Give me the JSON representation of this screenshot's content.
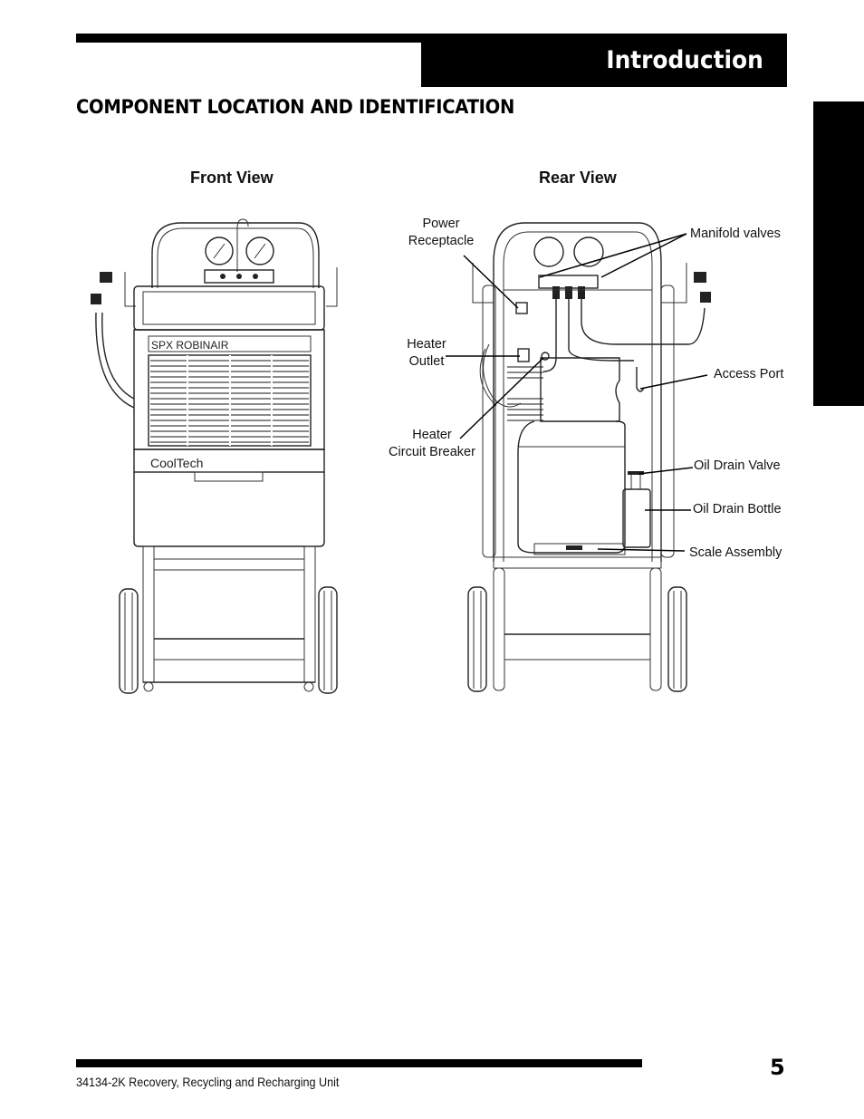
{
  "header": {
    "chapter_title": "Introduction",
    "section_heading": "COMPONENT LOCATION AND IDENTIFICATION"
  },
  "figures": {
    "front": {
      "label": "Front View",
      "panel_brand": "SPX  ROBINAIR",
      "panel_model": "CoolTech"
    },
    "rear": {
      "label": "Rear View",
      "callouts": {
        "power_receptacle": [
          "Power",
          "Receptacle"
        ],
        "heater_outlet": [
          "Heater",
          "Outlet"
        ],
        "heater_circuit_breaker": [
          "Heater",
          "Circuit Breaker"
        ],
        "manifold_valves": "Manifold valves",
        "access_port": "Access Port",
        "oil_drain_valve": "Oil Drain Valve",
        "oil_drain_bottle": "Oil Drain Bottle",
        "scale_assembly": "Scale Assembly"
      }
    }
  },
  "footer": {
    "doc_title": "34134-2K  Recovery, Recycling and Recharging Unit",
    "page_number": "5"
  }
}
